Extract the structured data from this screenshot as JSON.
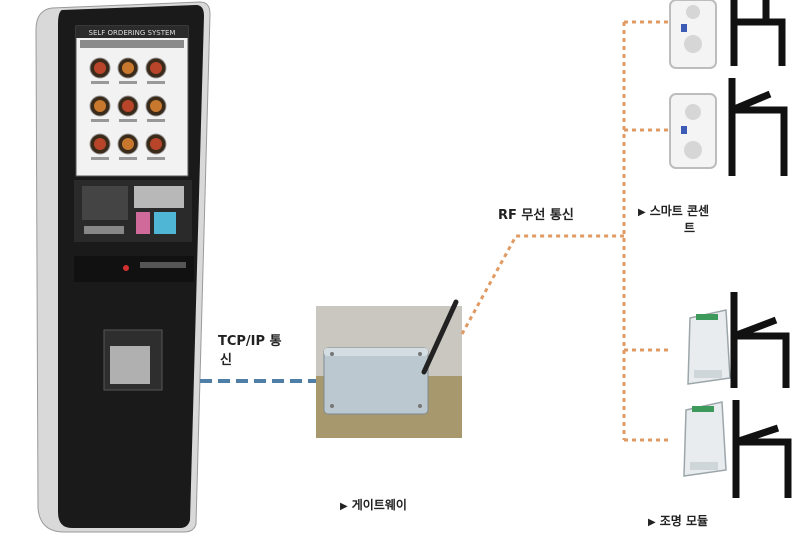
{
  "kiosk": {
    "screen_title": "SELF ORDERING SYSTEM"
  },
  "labels": {
    "tcpip": [
      "TCP/IP 통",
      "신"
    ],
    "rf": "RF 무선 통신",
    "gateway": "게이트웨이",
    "smart_outlet": [
      "스마트 콘센",
      "트"
    ],
    "lighting_module": "조명 모듈"
  },
  "colors": {
    "tcpip_line": "#4f7fa6",
    "rf_line": "#e09a63",
    "chair": "#111111",
    "kiosk_body": "#1a1a1a",
    "gateway_box": "#bcc8cf"
  },
  "markers": {
    "triangle": "▶"
  }
}
